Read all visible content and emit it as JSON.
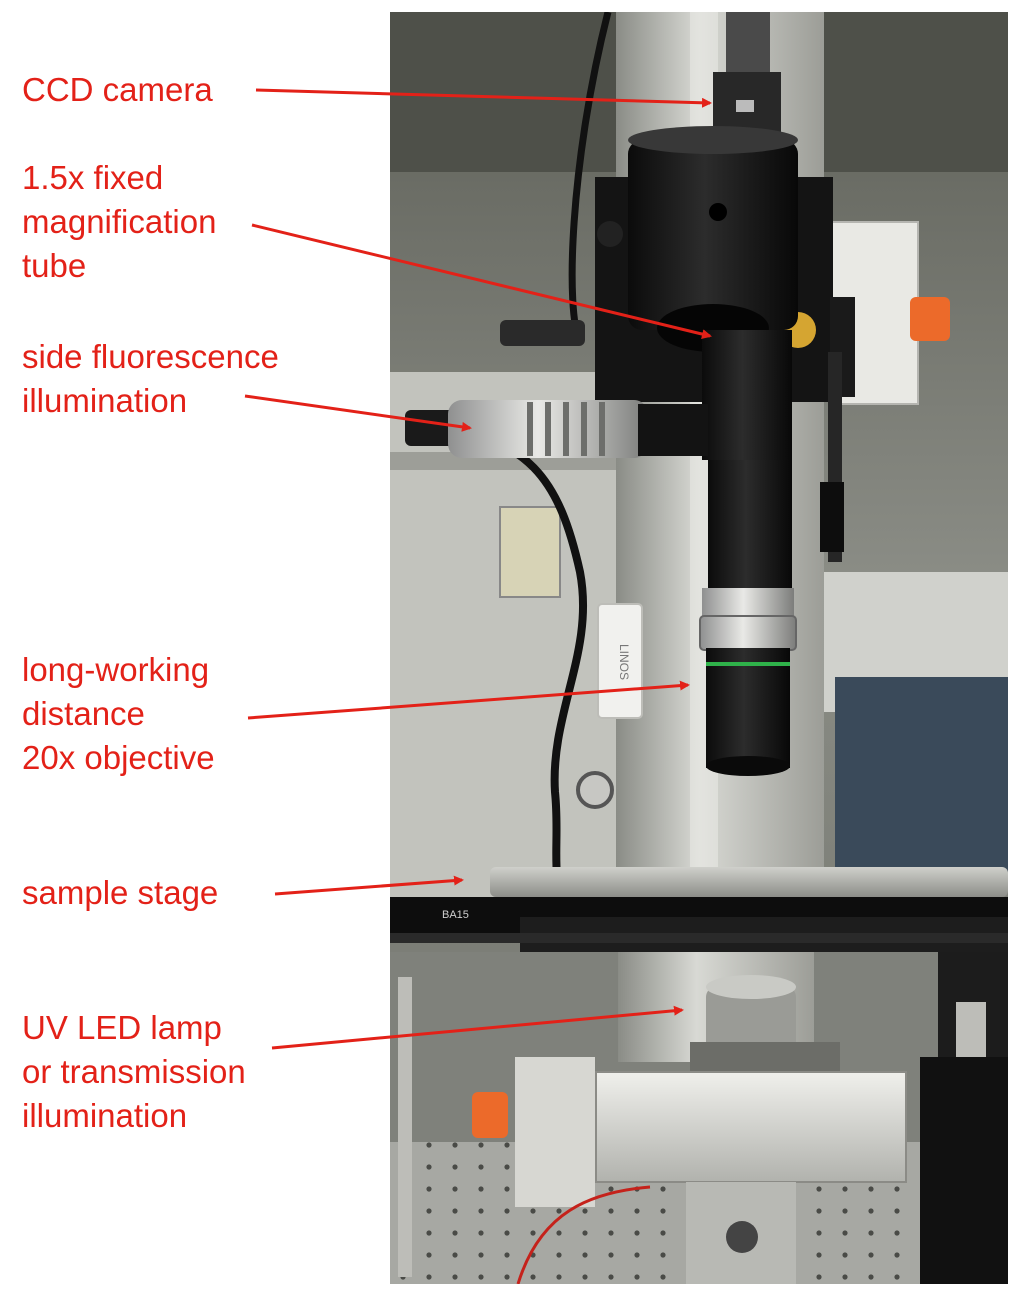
{
  "colors": {
    "callout_text": "#e32118",
    "arrow": "#e32118"
  },
  "labels": {
    "ccd_camera": "CCD camera",
    "magnification_tube": "1.5x fixed\nmagnification\ntube",
    "side_fluorescence": "side fluorescence\nillumination",
    "objective": "long-working\ndistance\n20x objective",
    "sample_stage": "sample stage",
    "uv_led": "UV LED lamp\nor transmission\nillumination"
  },
  "photo": {
    "brand_text": "LINOS",
    "stage_marking": "BA15"
  }
}
